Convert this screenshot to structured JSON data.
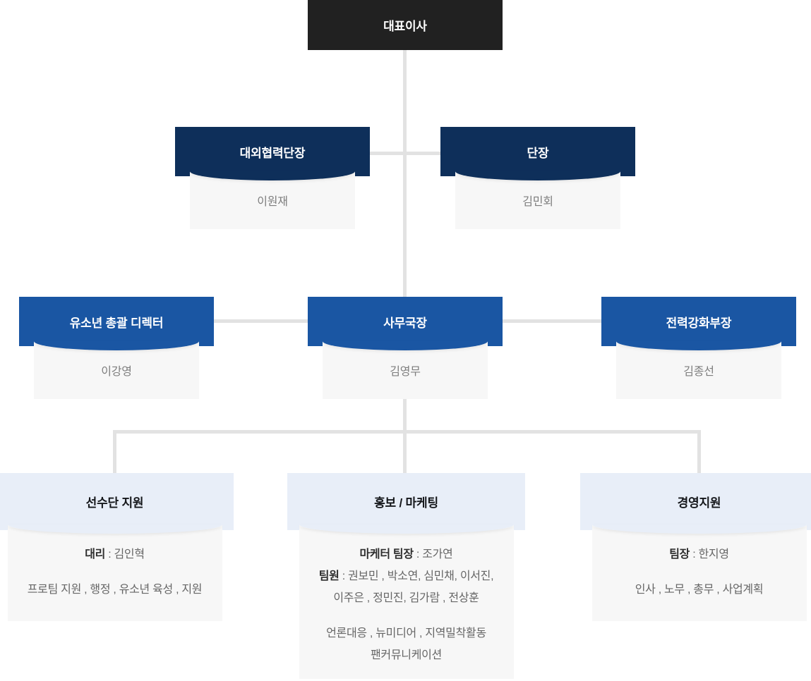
{
  "chart": {
    "root": {
      "title": "대표이사"
    },
    "level2": [
      {
        "title": "대외협력단장",
        "name": "이원재"
      },
      {
        "title": "단장",
        "name": "김민회"
      }
    ],
    "level3": [
      {
        "title": "유소년 총괄 디렉터",
        "name": "이강영"
      },
      {
        "title": "사무국장",
        "name": "김영무"
      },
      {
        "title": "전력강화부장",
        "name": "김종선"
      }
    ],
    "level4": [
      {
        "title": "선수단 지원",
        "rows": [
          {
            "label": "대리",
            "text": " : 김인혁"
          },
          {
            "label": "",
            "text": "프로팀 지원 , 행정 , 유소년 육성 , 지원"
          }
        ]
      },
      {
        "title": "홍보 / 마케팅",
        "rows": [
          {
            "label": "마케터 팀장",
            "text": " : 조가연"
          },
          {
            "label": "팀원",
            "text": " : 권보민 , 박소연, 심민채, 이서진,"
          },
          {
            "label": "",
            "text": "이주은 , 정민진, 김가람 , 전상훈"
          },
          {
            "label": "",
            "text": "언론대응 , 뉴미디어 , 지역밀착활동"
          },
          {
            "label": "",
            "text": "팬커뮤니케이션"
          }
        ]
      },
      {
        "title": "경영지원",
        "rows": [
          {
            "label": "팀장",
            "text": " : 한지영"
          },
          {
            "label": "",
            "text": "인사 , 노무 , 총무 , 사업계획"
          }
        ]
      }
    ],
    "colors": {
      "root_bg": "#212121",
      "level2_bg": "#0e2f5a",
      "level3_bg": "#1a56a3",
      "level4_bg": "#e8eef8",
      "card_bg": "#f7f7f7",
      "connector": "#e2e2e2"
    }
  }
}
